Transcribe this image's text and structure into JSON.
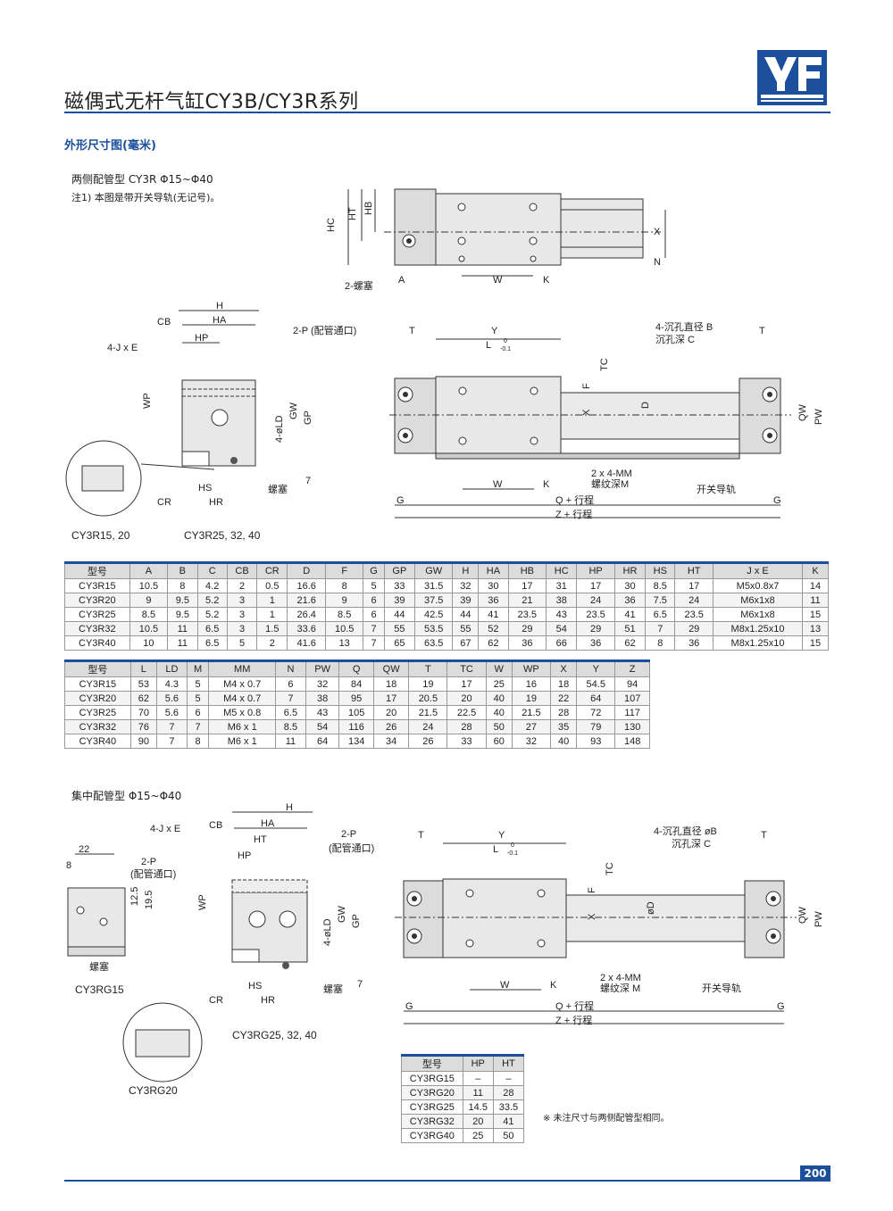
{
  "header": {
    "title": "磁偶式无杆气缸CY3B/CY3R系列",
    "logo_text": "YF",
    "brand_color": "#1b4f9c"
  },
  "section_title": "外形尺寸图(毫米)",
  "part1": {
    "subtitle": "两侧配管型   CY3R Φ15~Φ40",
    "note": "注1) 本图是带开关导轨(无记号)。",
    "top_view_labels": [
      "HC",
      "HT",
      "HB",
      "X",
      "N",
      "2-螺塞",
      "A",
      "W",
      "K"
    ],
    "left_view_labels": [
      "H",
      "CB",
      "HA",
      "HP",
      "4-J x E",
      "2-P (配管通口)",
      "WP",
      "4-øLD",
      "GW",
      "GP",
      "7",
      "HS",
      "CR",
      "HR",
      "螺塞"
    ],
    "front_view_labels": [
      "T",
      "Y",
      "L",
      "0",
      "-0.1",
      "4-沉孔直径  B",
      "沉孔深 C",
      "T",
      "TC",
      "F",
      "X",
      "D",
      "QW",
      "PW",
      "2 x 4-MM",
      "螺纹深M",
      "开关导轨",
      "W",
      "K",
      "G",
      "Q + 行程",
      "G",
      "Z + 行程"
    ],
    "caption_left": "CY3R15, 20",
    "caption_right": "CY3R25, 32, 40"
  },
  "table1": {
    "headers": [
      "型号",
      "A",
      "B",
      "C",
      "CB",
      "CR",
      "D",
      "F",
      "G",
      "GP",
      "GW",
      "H",
      "HA",
      "HB",
      "HC",
      "HP",
      "HR",
      "HS",
      "HT",
      "J x E",
      "K"
    ],
    "rows": [
      [
        "CY3R15",
        "10.5",
        "8",
        "4.2",
        "2",
        "0.5",
        "16.6",
        "8",
        "5",
        "33",
        "31.5",
        "32",
        "30",
        "17",
        "31",
        "17",
        "30",
        "8.5",
        "17",
        "M5x0.8x7",
        "14"
      ],
      [
        "CY3R20",
        "9",
        "9.5",
        "5.2",
        "3",
        "1",
        "21.6",
        "9",
        "6",
        "39",
        "37.5",
        "39",
        "36",
        "21",
        "38",
        "24",
        "36",
        "7.5",
        "24",
        "M6x1x8",
        "11"
      ],
      [
        "CY3R25",
        "8.5",
        "9.5",
        "5.2",
        "3",
        "1",
        "26.4",
        "8.5",
        "6",
        "44",
        "42.5",
        "44",
        "41",
        "23.5",
        "43",
        "23.5",
        "41",
        "6.5",
        "23.5",
        "M6x1x8",
        "15"
      ],
      [
        "CY3R32",
        "10.5",
        "11",
        "6.5",
        "3",
        "1.5",
        "33.6",
        "10.5",
        "7",
        "55",
        "53.5",
        "55",
        "52",
        "29",
        "54",
        "29",
        "51",
        "7",
        "29",
        "M8x1.25x10",
        "13"
      ],
      [
        "CY3R40",
        "10",
        "11",
        "6.5",
        "5",
        "2",
        "41.6",
        "13",
        "7",
        "65",
        "63.5",
        "67",
        "62",
        "36",
        "66",
        "36",
        "62",
        "8",
        "36",
        "M8x1.25x10",
        "15"
      ]
    ]
  },
  "table2": {
    "headers": [
      "型号",
      "L",
      "LD",
      "M",
      "MM",
      "N",
      "PW",
      "Q",
      "QW",
      "T",
      "TC",
      "W",
      "WP",
      "X",
      "Y",
      "Z"
    ],
    "rows": [
      [
        "CY3R15",
        "53",
        "4.3",
        "5",
        "M4 x 0.7",
        "6",
        "32",
        "84",
        "18",
        "19",
        "17",
        "25",
        "16",
        "18",
        "54.5",
        "94"
      ],
      [
        "CY3R20",
        "62",
        "5.6",
        "5",
        "M4 x 0.7",
        "7",
        "38",
        "95",
        "17",
        "20.5",
        "20",
        "40",
        "19",
        "22",
        "64",
        "107"
      ],
      [
        "CY3R25",
        "70",
        "5.6",
        "6",
        "M5 x 0.8",
        "6.5",
        "43",
        "105",
        "20",
        "21.5",
        "22.5",
        "40",
        "21.5",
        "28",
        "72",
        "117"
      ],
      [
        "CY3R32",
        "76",
        "7",
        "7",
        "M6 x 1",
        "8.5",
        "54",
        "116",
        "26",
        "24",
        "28",
        "50",
        "27",
        "35",
        "79",
        "130"
      ],
      [
        "CY3R40",
        "90",
        "7",
        "8",
        "M6 x 1",
        "11",
        "64",
        "134",
        "34",
        "26",
        "33",
        "60",
        "32",
        "40",
        "93",
        "148"
      ]
    ]
  },
  "part2": {
    "subtitle": "集中配管型   Φ15~Φ40",
    "small_view_labels": [
      "22",
      "8",
      "2-P",
      "(配管通口)",
      "12.5",
      "19.5",
      "螺塞"
    ],
    "caption_15": "CY3RG15",
    "caption_20": "CY3RG20",
    "caption_25": "CY3RG25, 32, 40",
    "side_view_labels": [
      "H",
      "CB",
      "HA",
      "4-J x E",
      "2-P",
      "(配管通口)",
      "HT",
      "HP",
      "WP",
      "4-øLD",
      "GW",
      "GP",
      "7",
      "HS",
      "CR",
      "HR",
      "螺塞"
    ],
    "front_view_labels": [
      "T",
      "Y",
      "L",
      "0",
      "-0.1",
      "4-沉孔直径 øB",
      "沉孔深 C",
      "T",
      "TC",
      "F",
      "X",
      "øD",
      "QW",
      "PW",
      "2 x 4-MM",
      "螺纹深 M",
      "开关导轨",
      "W",
      "K",
      "G",
      "Q + 行程",
      "G",
      "Z + 行程"
    ]
  },
  "table3": {
    "headers": [
      "型号",
      "HP",
      "HT"
    ],
    "rows": [
      [
        "CY3RG15",
        "–",
        "–"
      ],
      [
        "CY3RG20",
        "11",
        "28"
      ],
      [
        "CY3RG25",
        "14.5",
        "33.5"
      ],
      [
        "CY3RG32",
        "20",
        "41"
      ],
      [
        "CY3RG40",
        "25",
        "50"
      ]
    ]
  },
  "footnote": "※ 未注尺寸与两侧配管型相同。",
  "page_number": "200"
}
